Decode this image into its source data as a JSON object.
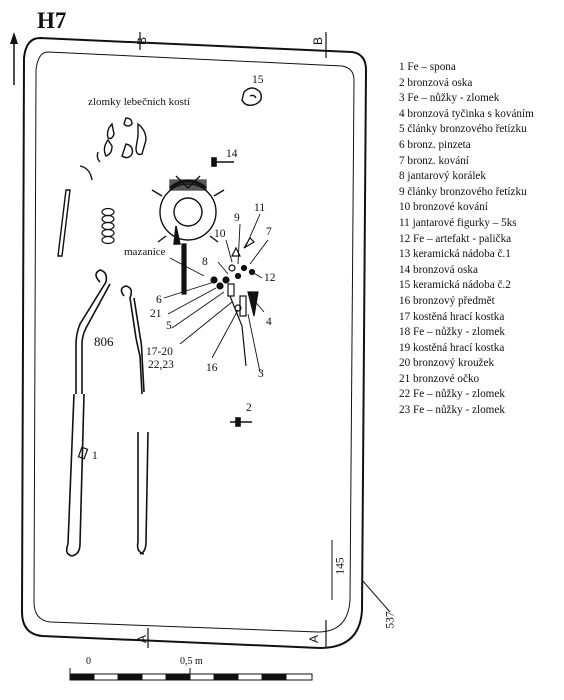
{
  "title": "H7",
  "grave_number": "806",
  "find_labels": {
    "skull_fragments": "zlomky lebečních kostí",
    "daub": "mazanice"
  },
  "section_letters": {
    "top_left": "B",
    "top_right": "B",
    "bottom_left": "A",
    "bottom_right": "A"
  },
  "depths": {
    "d1": "145",
    "d2": "537"
  },
  "item_numbers": {
    "n1": "1",
    "n2": "2",
    "n3": "3",
    "n4": "4",
    "n5": "5",
    "n6": "6",
    "n7": "7",
    "n8": "8",
    "n9": "9",
    "n10": "10",
    "n11": "11",
    "n12": "12",
    "n14": "14",
    "n15": "15",
    "n16": "16",
    "n17_20": "17-20",
    "n22_23": "22,23",
    "n21": "21"
  },
  "scale": {
    "start": "0",
    "mid": "0,5 m"
  },
  "legend": [
    "1 Fe – spona",
    "2 bronzová oska",
    "3 Fe – nůžky - zlomek",
    "4 bronzová tyčinka s kováním",
    "5 články bronzového řetízku",
    "6 bronz. pinzeta",
    "7 bronz. kování",
    "8 jantarový korálek",
    "9 články bronzového řetízku",
    "10 bronzové kování",
    "11 jantarové figurky – 5ks",
    "12 Fe – artefakt - palička",
    "13 keramická nádoba č.1",
    "14 bronzová oska",
    "15 keramická nádoba č.2",
    "16 bronzový předmět",
    "17 kostěná hrací kostka",
    "18 Fe – nůžky - zlomek",
    "19 kostěná hrací kostka",
    "20 bronzový kroužek",
    "21 bronzové očko",
    "22 Fe – nůžky - zlomek",
    "23 Fe – nůžky - zlomek"
  ],
  "colors": {
    "ink": "#111111",
    "paper": "#ffffff"
  }
}
